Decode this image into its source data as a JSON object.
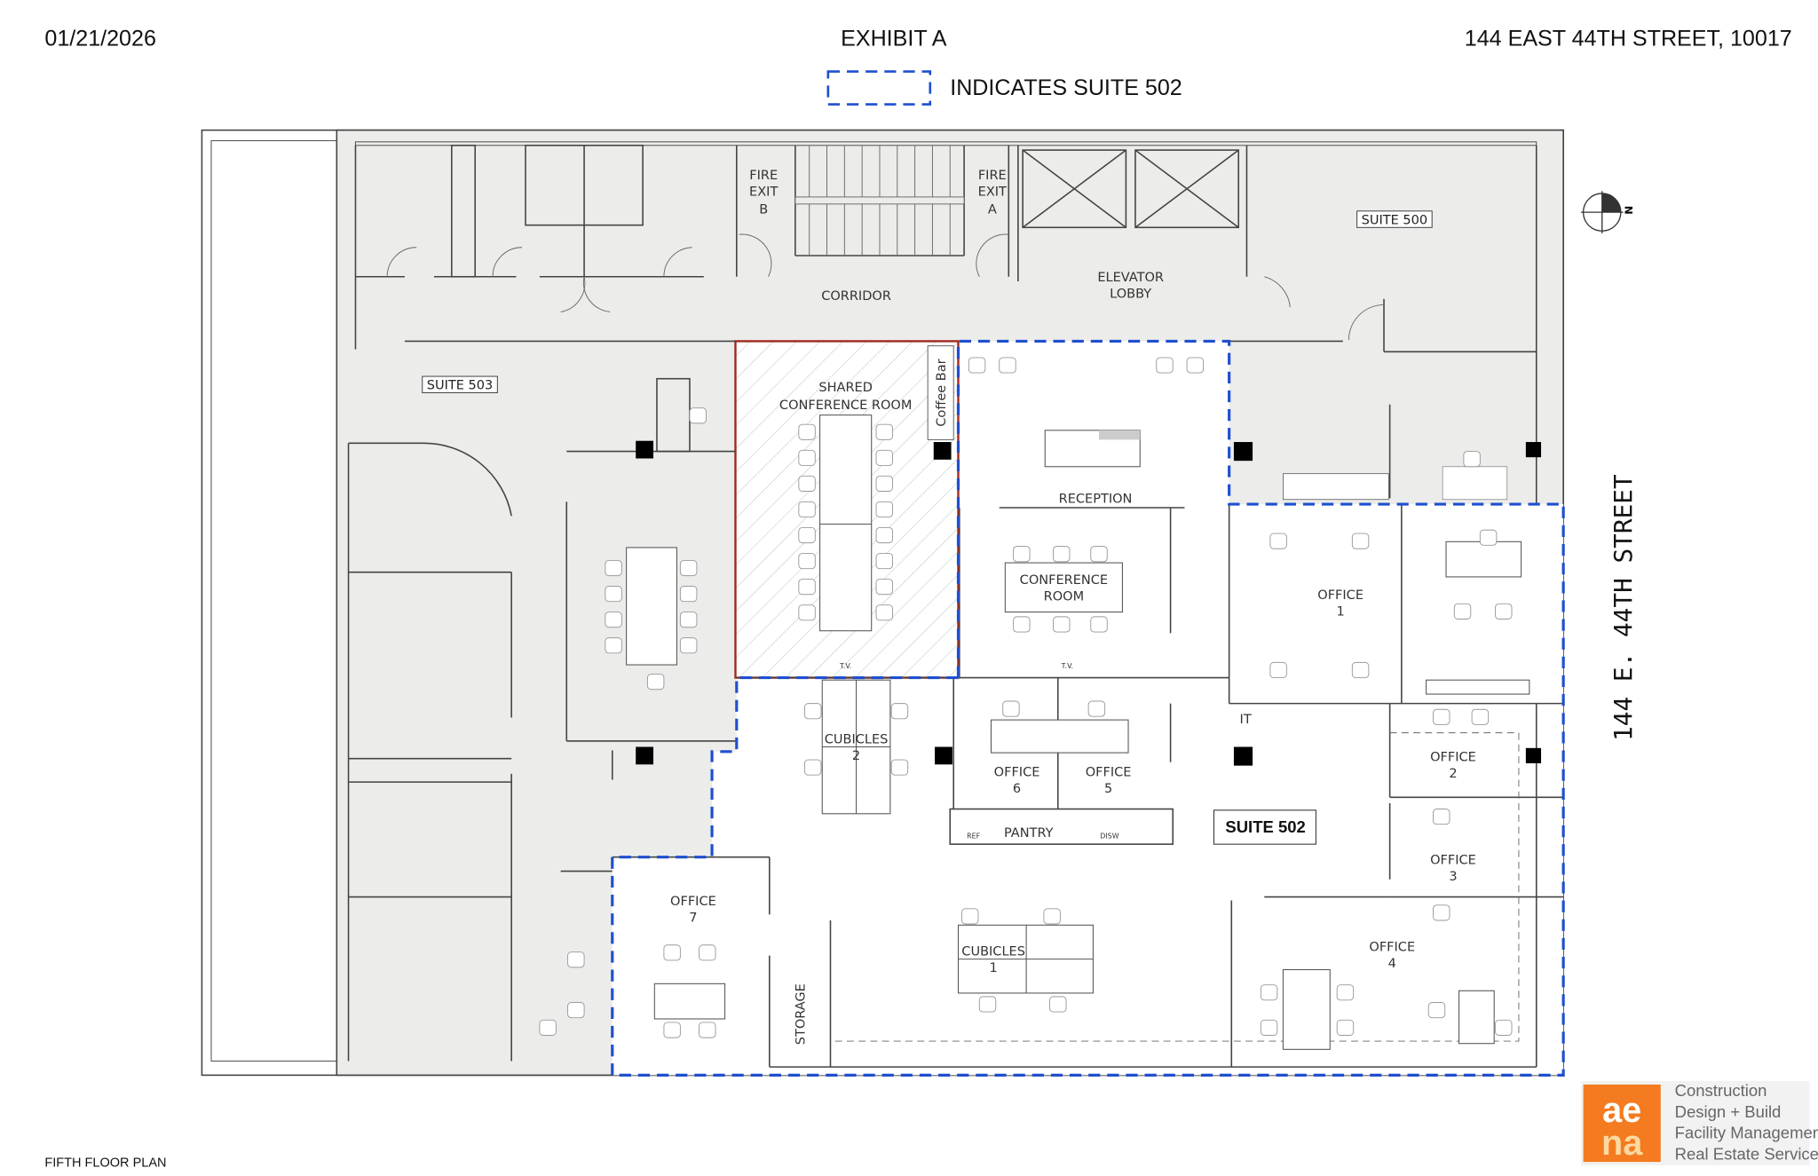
{
  "header": {
    "date": "01/21/2026",
    "title": "EXHIBIT A",
    "address": "144 EAST 44TH STREET, 10017",
    "legend_text": "INDICATES SUITE 502"
  },
  "footer": {
    "plan_name": "FIFTH FLOOR PLAN"
  },
  "street_label": "144 E. 44TH STREET",
  "north_label": "N",
  "colors": {
    "suite_502_outline": "#1f4fcf",
    "shared_room_outline": "#a0281e",
    "common_area": "#ececea",
    "logo_orange": "#f47b20"
  },
  "rooms": {
    "fire_exit_b": [
      "FIRE",
      "EXIT",
      "B"
    ],
    "fire_exit_a": [
      "FIRE",
      "EXIT",
      "A"
    ],
    "corridor": "CORRIDOR",
    "elevator_lobby": [
      "ELEVATOR",
      "LOBBY"
    ],
    "suite_500": "SUITE 500",
    "suite_503": "SUITE 503",
    "shared_conference": [
      "SHARED",
      "CONFERENCE ROOM"
    ],
    "coffee_bar": "Coffee Bar",
    "reception": "RECEPTION",
    "conference_room": [
      "CONFERENCE",
      "ROOM"
    ],
    "office_1": [
      "OFFICE",
      "1"
    ],
    "office_2": [
      "OFFICE",
      "2"
    ],
    "office_3": [
      "OFFICE",
      "3"
    ],
    "office_4": [
      "OFFICE",
      "4"
    ],
    "office_5": [
      "OFFICE",
      "5"
    ],
    "office_6": [
      "OFFICE",
      "6"
    ],
    "office_7": [
      "OFFICE",
      "7"
    ],
    "cubicles_1": [
      "CUBICLES",
      "1"
    ],
    "cubicles_2": [
      "CUBICLES",
      "2"
    ],
    "pantry": "PANTRY",
    "ref": "REF",
    "disw": "DISW",
    "it": "IT",
    "tv": "T.V.",
    "storage": "STORAGE",
    "suite_502": "SUITE 502"
  },
  "logo": {
    "mark": "aena",
    "lines": [
      "Construction",
      "Design + Build",
      "Facility Management",
      "Real Estate Services"
    ]
  }
}
